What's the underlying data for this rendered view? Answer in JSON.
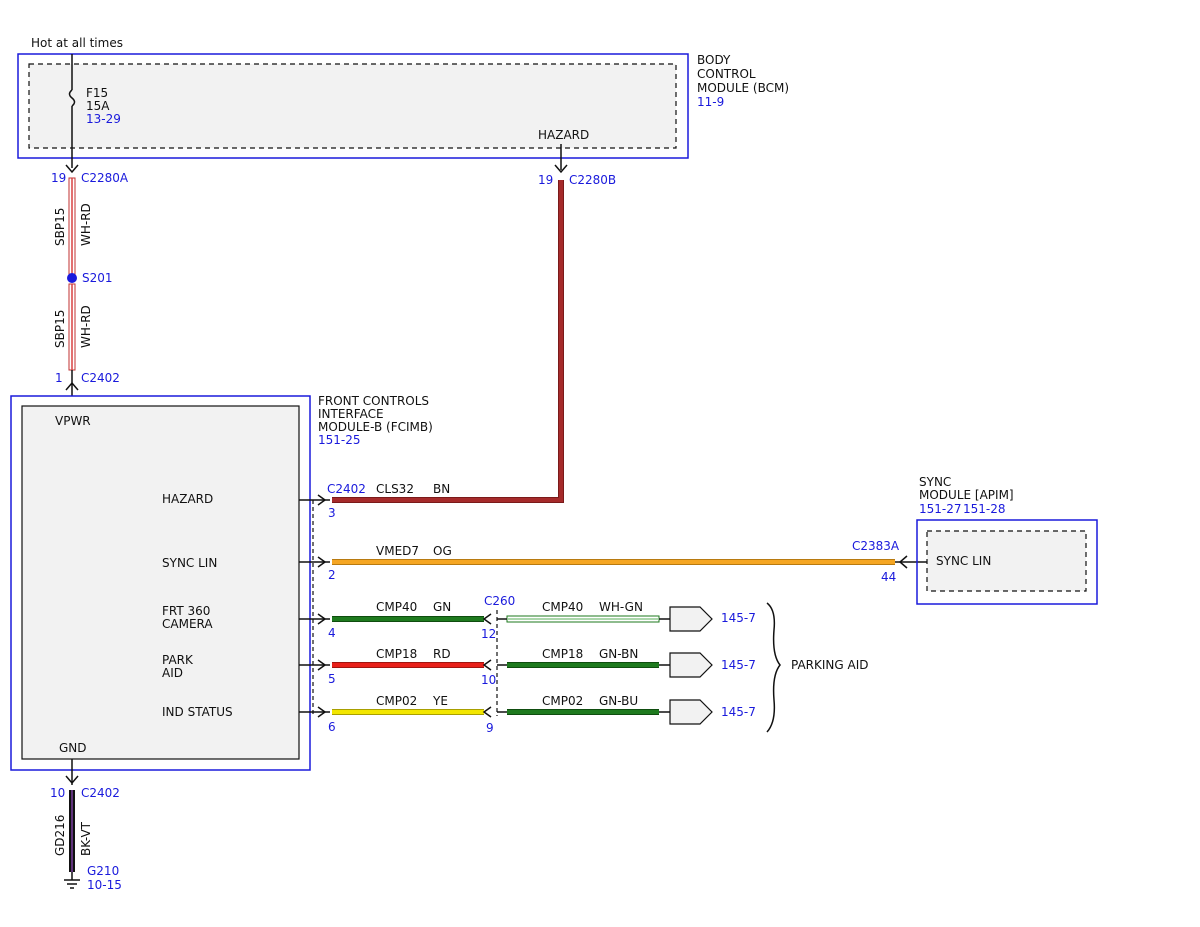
{
  "colors": {
    "blue": "#1a1adc",
    "black": "#111111",
    "module_fill": "#f2f2f2",
    "brown": "#a52a2a",
    "orange": "#f5a623",
    "green": "#1e7a1e",
    "red": "#e8201a",
    "yellow": "#f2e600",
    "white_red_stripe": "#d84040",
    "wh_gn_stripe": "#8fc98f"
  },
  "power_source": "Hot at all times",
  "bcm": {
    "name_l1": "BODY",
    "name_l2": "CONTROL",
    "name_l3": "MODULE (BCM)",
    "ref": "11-9",
    "fuse_id": "F15",
    "fuse_rating": "15A",
    "fuse_ref": "13-29",
    "hazard": "HAZARD"
  },
  "c2280a": {
    "pin": "19",
    "name": "C2280A"
  },
  "c2280b": {
    "pin": "19",
    "name": "C2280B"
  },
  "feed_top": {
    "circuit": "SBP15",
    "color": "WH-RD"
  },
  "splice": "S201",
  "feed_bottom": {
    "circuit": "SBP15",
    "color": "WH-RD"
  },
  "c2402_top": {
    "pin": "1",
    "name": "C2402"
  },
  "fcimb": {
    "name_l1": "FRONT CONTROLS",
    "name_l2": "INTERFACE",
    "name_l3": "MODULE-B (FCIMB)",
    "ref": "151-25",
    "vpwr": "VPWR",
    "gnd": "GND",
    "hazard": "HAZARD",
    "sync_lin": "SYNC LIN",
    "frt_l1": "FRT 360",
    "frt_l2": "CAMERA",
    "park_l1": "PARK",
    "park_l2": "AID",
    "ind_status": "IND STATUS"
  },
  "c2402_side": "C2402",
  "w_hazard": {
    "pin": "3",
    "circuit": "CLS32",
    "color": "BN"
  },
  "w_sync": {
    "pin": "2",
    "circuit": "VMED7",
    "color": "OG",
    "conn": "C2383A",
    "conn_pin": "44"
  },
  "apim": {
    "name_l1": "SYNC",
    "name_l2": "MODULE [APIM]",
    "ref1": "151-27",
    "ref2": "151-28",
    "sync_lin": "SYNC LIN"
  },
  "c260": "C260",
  "w_frt": {
    "pin": "4",
    "circuit": "CMP40",
    "color": "GN",
    "c260_pin": "12",
    "circuit2": "CMP40",
    "color2": "WH-GN",
    "ref": "145-7"
  },
  "w_park": {
    "pin": "5",
    "circuit": "CMP18",
    "color": "RD",
    "c260_pin": "10",
    "circuit2": "CMP18",
    "color2": "GN-BN",
    "ref": "145-7"
  },
  "w_ind": {
    "pin": "6",
    "circuit": "CMP02",
    "color": "YE",
    "c260_pin": "9",
    "circuit2": "CMP02",
    "color2": "GN-BU",
    "ref": "145-7"
  },
  "parking_aid": "PARKING AID",
  "c2402_gnd": {
    "pin": "10",
    "name": "C2402"
  },
  "gnd_wire": {
    "circuit": "GD216",
    "color": "BK-VT"
  },
  "ground": {
    "name": "G210",
    "ref": "10-15"
  }
}
